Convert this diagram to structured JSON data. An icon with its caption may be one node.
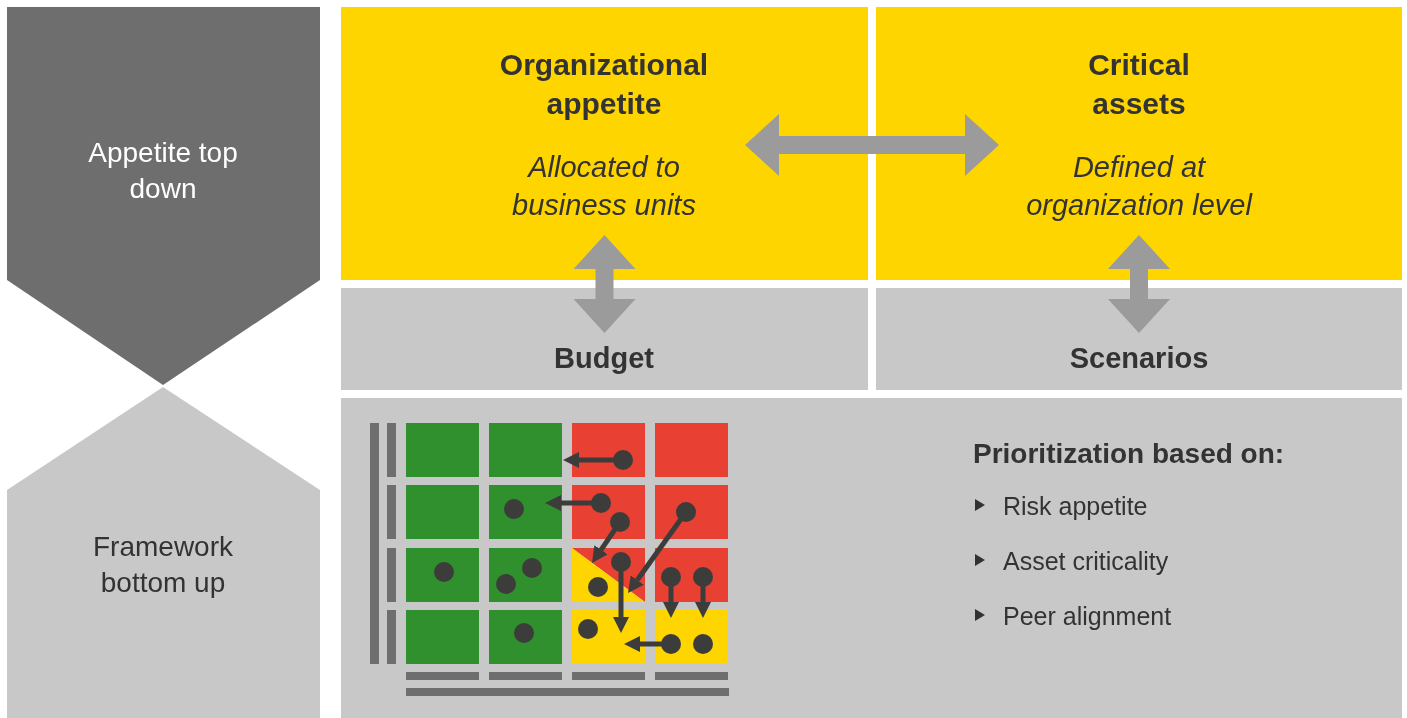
{
  "diagram": {
    "nodes": [
      {
        "text": [
          "Appetite top down"
        ]
      },
      {
        "text": [
          "Framework bottom up"
        ]
      },
      {
        "text": [
          "Organizational appetite",
          "Allocated to business units"
        ]
      },
      {
        "text": [
          "Critical assets",
          "Defined at organization level"
        ]
      },
      {
        "text": [
          "Budget"
        ]
      },
      {
        "text": [
          "Scenarios"
        ]
      },
      {
        "text": [
          "Prioritization based on:",
          "Risk appetite",
          "Asset criticality",
          "Peer alignment"
        ]
      }
    ],
    "edges": [
      {
        "from": 2,
        "to": 3,
        "arrow": "both"
      },
      {
        "from": 2,
        "to": 4,
        "arrow": "both"
      },
      {
        "from": 3,
        "to": 5,
        "arrow": "both"
      }
    ]
  }
}
